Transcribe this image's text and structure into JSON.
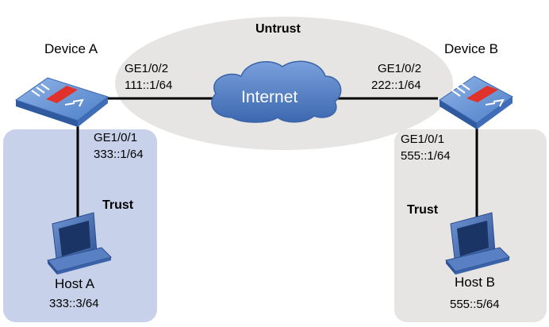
{
  "zones": {
    "untrust": "Untrust",
    "trust_left": "Trust",
    "trust_right": "Trust"
  },
  "cloud": {
    "label": "Internet"
  },
  "device_a": {
    "name": "Device A",
    "wan_interface": "GE1/0/2",
    "wan_ip": "111::1/64",
    "lan_interface": "GE1/0/1",
    "lan_ip": "333::1/64"
  },
  "device_b": {
    "name": "Device B",
    "wan_interface": "GE1/0/2",
    "wan_ip": "222::1/64",
    "lan_interface": "GE1/0/1",
    "lan_ip": "555::1/64"
  },
  "host_a": {
    "name": "Host A",
    "ip": "333::3/64"
  },
  "host_b": {
    "name": "Host B",
    "ip": "555::5/64"
  },
  "colors": {
    "trust_left_zone": "#c7d2ea",
    "trust_right_zone": "#e6e5e4",
    "untrust_zone": "#e6e5e4",
    "cloud": "#4e7bc1",
    "device_top": "#5a8bd2",
    "device_stripe": "#e0322a",
    "host_body": "#4468a6"
  }
}
